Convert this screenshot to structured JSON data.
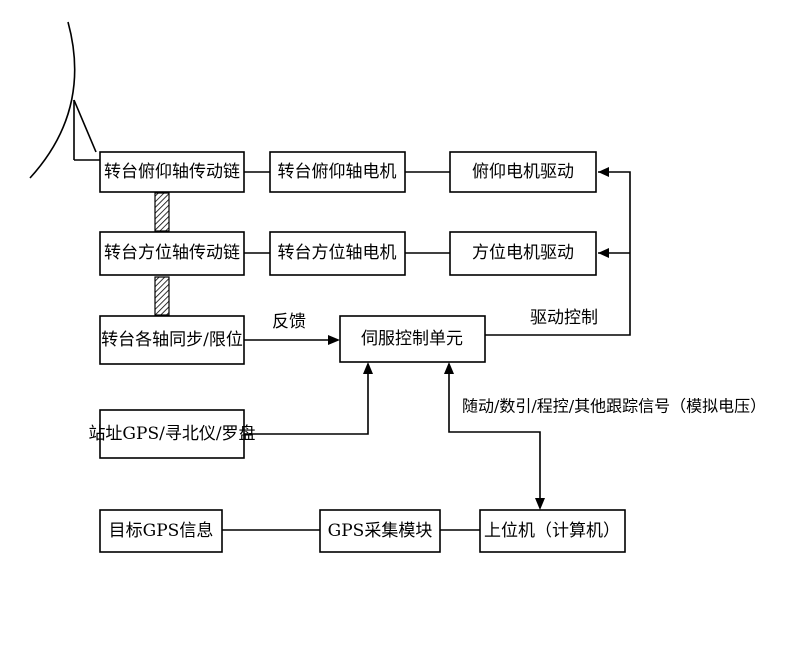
{
  "diagram": {
    "boxes": {
      "pitch_chain": "转台俯仰轴传动链",
      "pitch_motor": "转台俯仰轴电机",
      "pitch_driver": "俯仰电机驱动",
      "azimuth_chain": "转台方位轴传动链",
      "azimuth_motor": "转台方位轴电机",
      "azimuth_driver": "方位电机驱动",
      "sync_limit": "转台各轴同步/限位",
      "servo_unit": "伺服控制单元",
      "site_gps": "站址GPS/寻北仪/罗盘",
      "target_gps": "目标GPS信息",
      "gps_module": "GPS采集模块",
      "host_pc": "上位机（计算机）"
    },
    "labels": {
      "feedback": "反馈",
      "drive_control": "驱动控制",
      "tracking_signal": "随动/数引/程控/其他跟踪信号（模拟电压）"
    }
  }
}
